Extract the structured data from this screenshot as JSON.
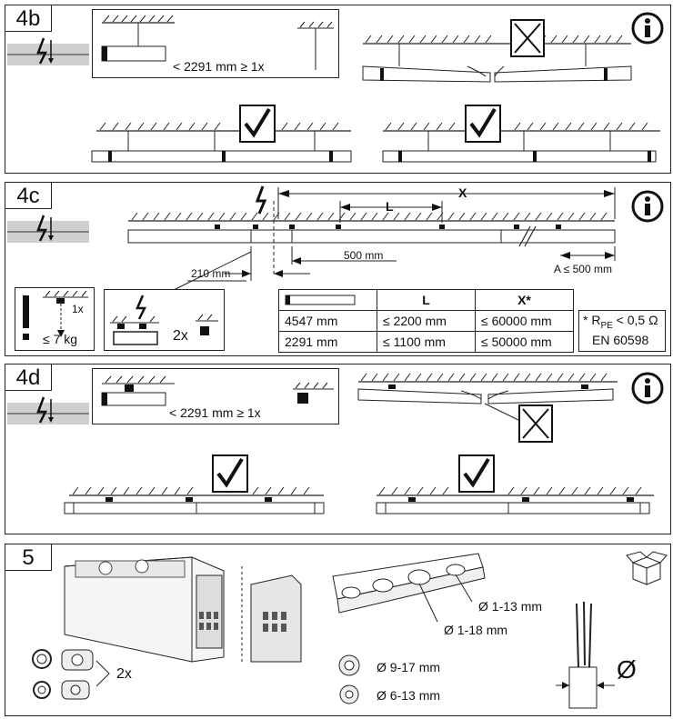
{
  "sections": {
    "s4b": {
      "label": "4b",
      "note": "< 2291 mm ≥ 1x"
    },
    "s4c": {
      "label": "4c",
      "dim_L": "L",
      "dim_X": "X",
      "dim_500": "500 mm",
      "dim_210": "210 mm",
      "dim_A": "A ≤ 500 mm",
      "weight_1x": "1x",
      "weight_max": "≤ 7 kg",
      "clamp_count": "2x",
      "table": {
        "headers": [
          "",
          "L",
          "X*"
        ],
        "rows": [
          [
            "4547 mm",
            "≤ 2200 mm",
            "≤ 60000 mm"
          ],
          [
            "2291 mm",
            "≤ 1100 mm",
            "≤ 50000 mm"
          ]
        ]
      },
      "footnote_line1": "* R",
      "footnote_sub": "PE",
      "footnote_rest": " < 0,5 Ω",
      "footnote_line2": "EN 60598"
    },
    "s4d": {
      "label": "4d",
      "note": "< 2291 mm ≥ 1x"
    },
    "s5": {
      "label": "5",
      "glands_count": "2x",
      "hole_small": "Ø 1-13 mm",
      "hole_large": "Ø 1-18 mm",
      "gland_large": "Ø 9-17 mm",
      "gland_small": "Ø 6-13 mm",
      "cable_dia": "Ø"
    }
  },
  "icons": [
    "info-icon",
    "electric-warning-icon",
    "check-icon",
    "cross-icon",
    "exclamation-icon",
    "box-icon"
  ]
}
